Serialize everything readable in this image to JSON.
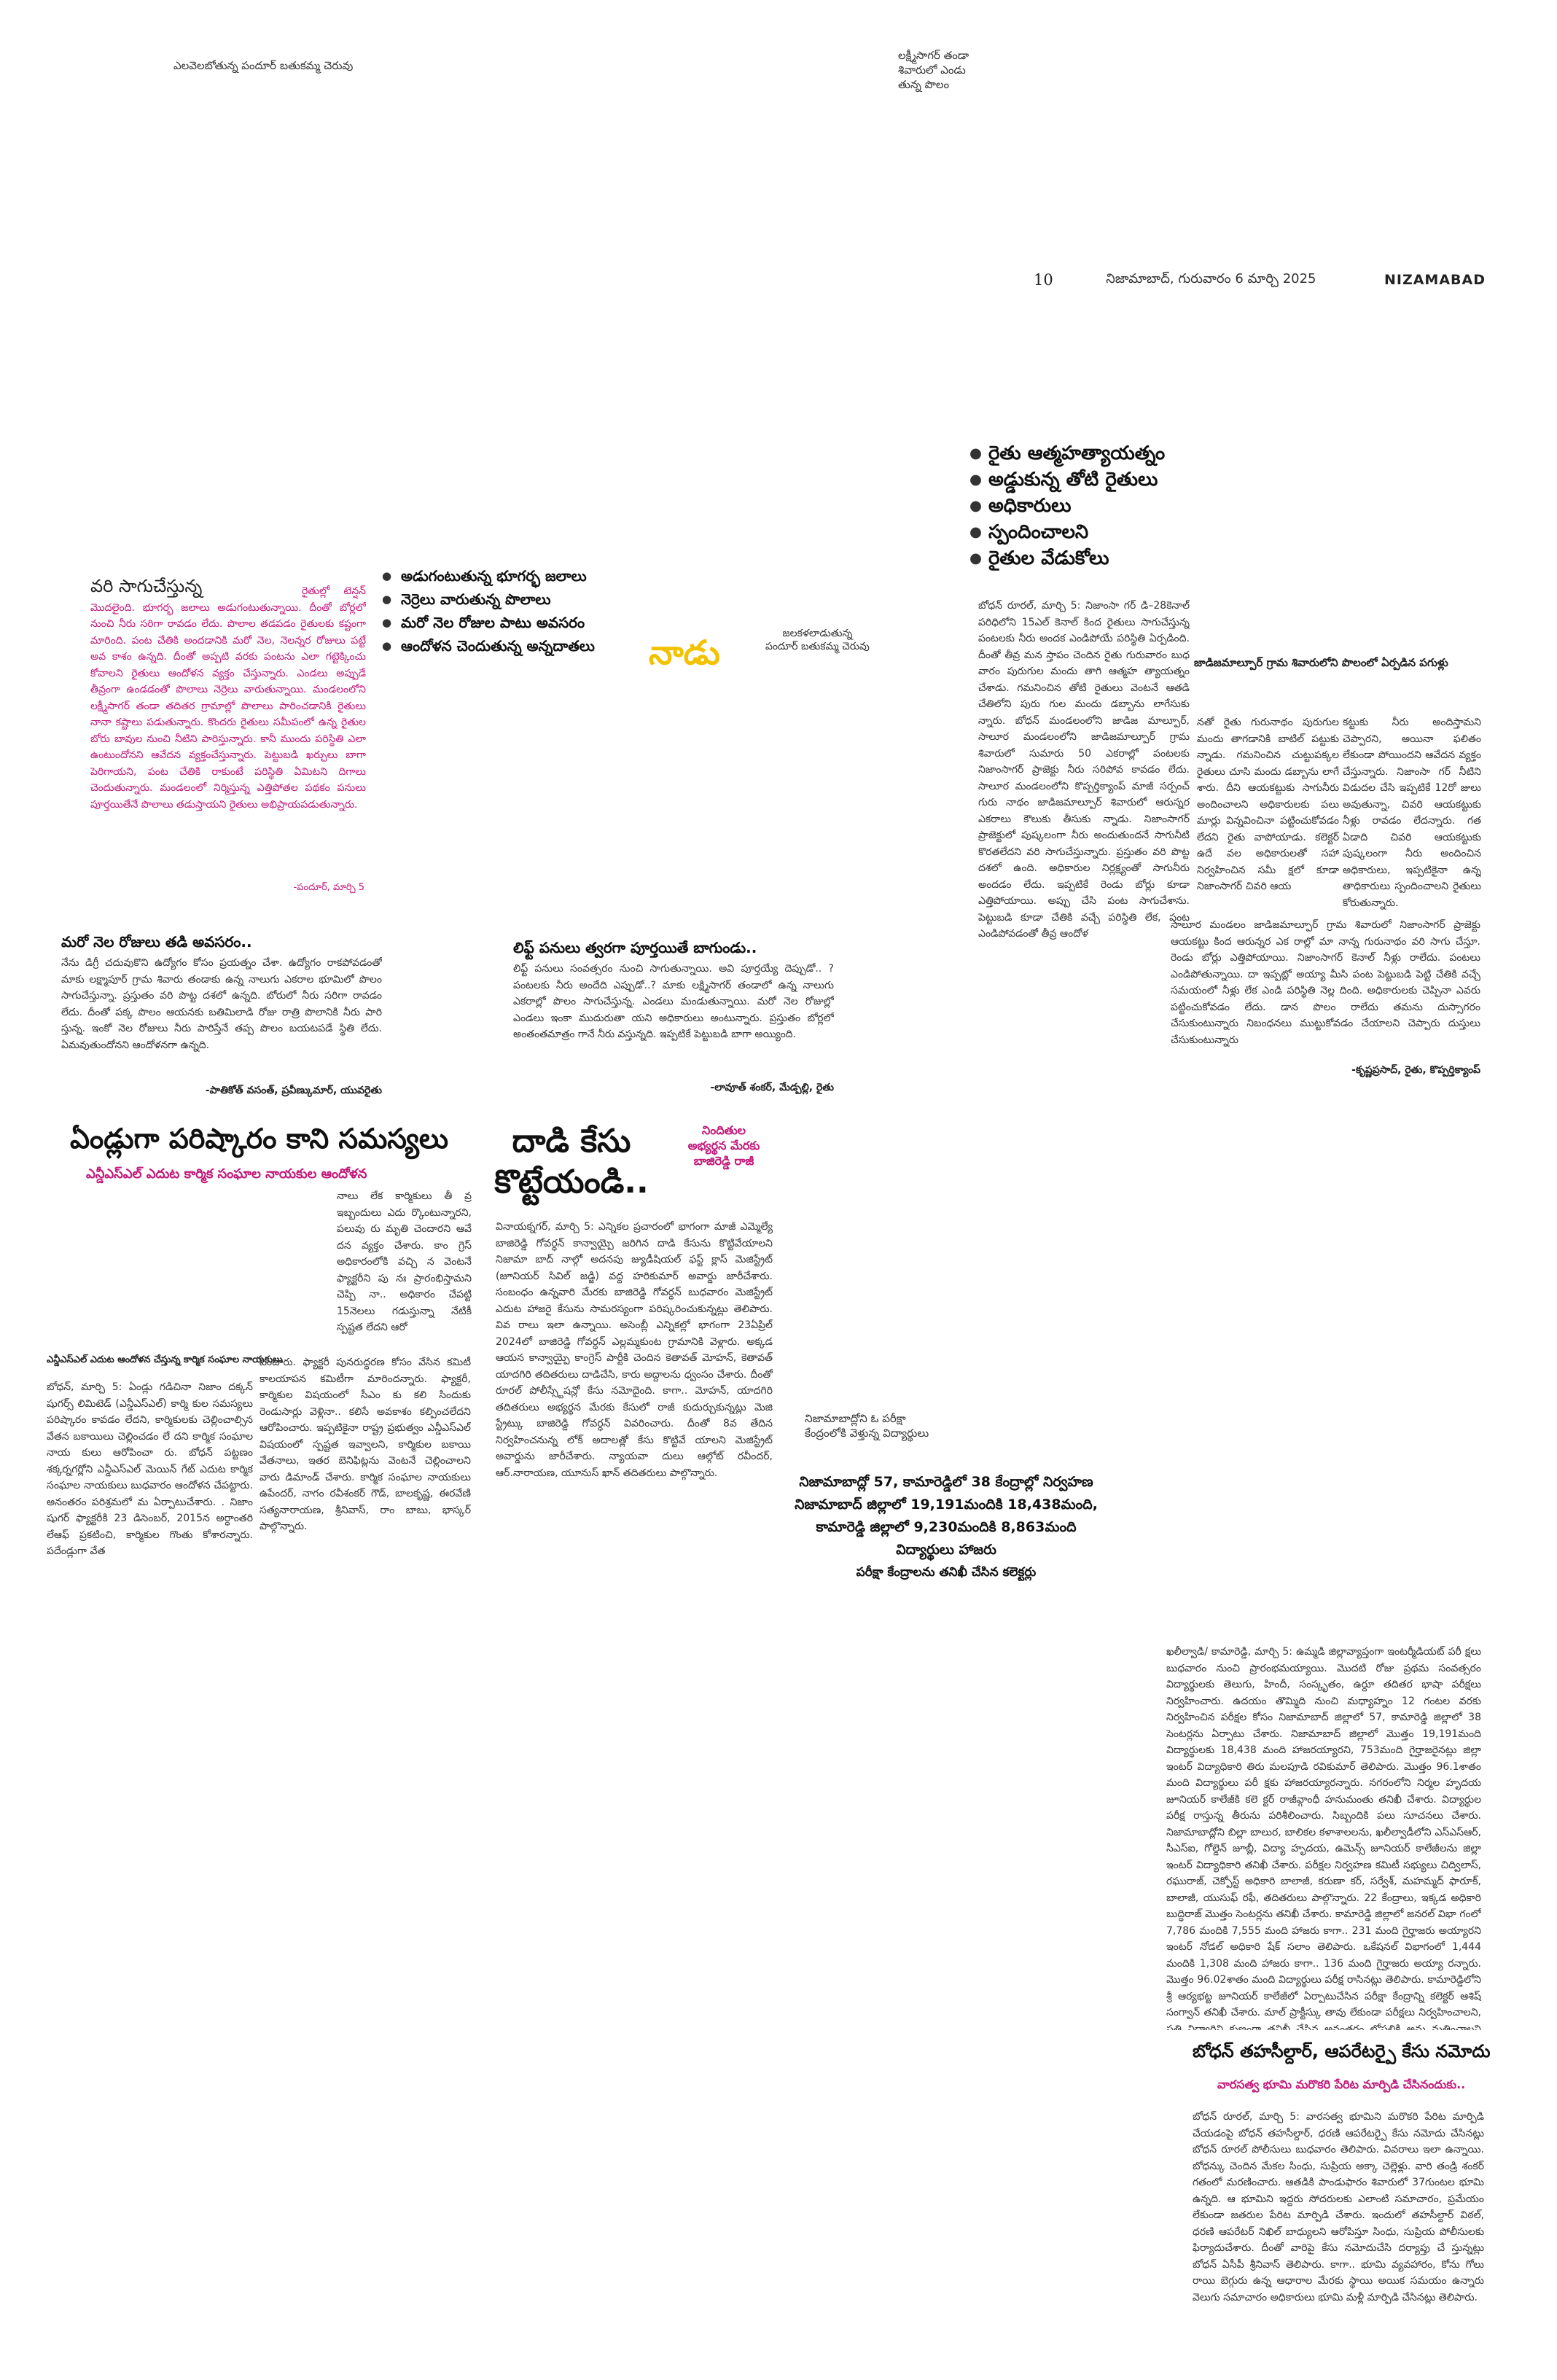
{
  "top_captions": {
    "left": "ఎలవెలబోతున్న పందూర్ బతుకమ్మ చెరువు",
    "center_lines": [
      "లక్ష్మీసాగర్ తండా",
      "శివారులో ఎండు",
      "తున్న పొలం"
    ]
  },
  "masthead": {
    "page_no": "10",
    "dateline": "నిజామాబాద్, గురువారం 6 మార్చి 2025",
    "edition": "NIZAMABAD"
  },
  "farmer_bullets": [
    "రైతు ఆత్మహత్యాయత్నం",
    "అడ్డుకున్న తోటి రైతులు",
    "అధికారులు",
    "స్పందించాలని",
    "రైతుల వేడుకోలు"
  ],
  "farmer_story": {
    "body": "బోధన్ రూరల్, మార్చి 5: నిజాంసా గర్ డి–28కెనాల్ పరిధిలోని 15ఎల్ కెనాల్ కింద రైతులు సాగుచేస్తున్న పంటలకు నీరు అందక ఎండిపోయే పరిస్థితి ఏర్పడింది. దీంతో తీవ్ర మన స్తాపం చెందిన రైతు గురువారం బుధ వారం పురుగుల మందు తాగి ఆత్మహ త్యాయత్నం చేశాడు. గమనించిన తోటి రైతులు వెంటనే ఆతడి చేతిలోని పురు గుల మందు డబ్బాను లాగేసుకు న్నారు. బోధన్ మండలంలోని జాడిజ మాల్పూర్, సాలూర మండలంలోని జాడిజమాల్పూర్ గ్రామ శివారులో సుమారు 50 ఎకరాల్లో పంటలకు నిజాంసాగర్ ప్రాజెక్టు నీరు సరిపోవ కావడం లేదు. సాలూర మండలంలోని కొప్పర్తిక్యాంప్ మాజీ సర్పంచ్ గురు నాథం జాడిజమాల్పూర్ శివారులో ఆరుస్నర ఎకరాలు కౌలుకు తీసుకు న్నాడు. నిజాంసాగర్ ప్రాజెక్టులో పుష్కలంగా నీరు అందుతుందనే సాగునీటి కొరతలేదని వరి సాగుచేస్తున్నారు. ప్రస్తుతం వరి పొట్ట దశలో ఉంది. అధికారుల నిర్లక్ష్యంతో సాగునీరు అందడం లేదు. ఇప్పటికే రెండు బోర్లు కూడా ఎత్తిపోయాయి. అప్పు చేసి పంట సాగుచేశాను. పెట్టుబడి కూడా చేతికి వచ్చే పరిస్థితి లేక, పంట ఎండిపోవడంతో తీవ్ర ఆందోళ"
  },
  "right_photo_caption": "జాడిజమాల్పూర్ గ్రామ శివారులోని పొలంలో ఏర్పడిన పగుళ్లు",
  "right_col_a": "నతో రైతు గురునాథం పురుగుల మందు తాగడానికి బాటిల్ పట్టుకు న్నాడు. గమనించిన చుట్టుపక్కల రైతులు చూసి మందు డబ్బాను లాగే శారు. దీని ఆయకట్టుకు సాగునీరు అందించాలని అధికారులకు పలు మార్లు విన్నవించినా పట్టించుకోవడం లేదని రైతు వాపోయాడు. కలెక్టర్ ఉదే వల అధికారులతో సహా నిర్వహించిన సమీ క్షలో కూడా నిజాంసాగర్ చివరి ఆయ",
  "right_col_b": "కట్టుకు నీరు అందిస్తామని చెప్పారని, అయినా ఫలితం లేకుండా పోయిందని ఆవేదన వ్యక్తం చేస్తున్నారు. నిజాంసా గర్ నీటిని విడుదల చేసి ఇప్పటికే 12రో జులు అవుతున్నా, చివరి ఆయకట్టుకు నీళ్లు రావడం లేదన్నారు. గత ఏడాది చివరి ఆయకట్టుకు పుష్కలంగా నీరు అందించిన అధికారులు, ఇప్పటికైనా ఉన్న తాధికారులు స్పందించాలని రైతులు కోరుతున్నారు.",
  "right_quote": {
    "body": "సాలూర మండలం జాడిజమాల్పూర్ గ్రామ శివారులో నిజాంసాగర్ ప్రాజెక్టు ఆయకట్టు కింద ఆరున్నర ఎక రాల్లో మా నాన్న గురునాథం వరి సాగు చేస్తూ. రెండు బోర్లు ఎత్తిపోయాయి. నిజాంసాగర్ కెనాల్ నీళ్లు రాలేదు. పంటలు ఎండిపోతున్నాయి. దా ఇప్పట్లో అయ్యా మీసి పంట పెట్టుబడి పెట్టి చేతికి వచ్చే సమయంలో నీళ్లు లేక ఎండి పరిస్థితి నెల్ల దింది. అధికారులకు చెప్పినా ఎవరు పట్టించుకోవడం లేదు. డాన పొలం రాలేదు తమను దుస్సాగరం చేసుకుంటున్నారు నిబంధనలు ముట్టుకోవడం చేయాలని చెప్పారు దుస్తులు చేసుకుంటున్నారు",
    "credit": "-కృష్ణప్రసాద్, రైతు, కొప్పర్తిక్యాంప్"
  },
  "groundwater_bullets": [
    "అడుగంటుతున్న భూగర్భ జలాలు",
    "నెర్రెలు వారుతున్న పొలాలు",
    "మరో నెల రోజుల పాటు అవసరం",
    "ఆందోళన చెందుతున్న అన్నదాతలు"
  ],
  "nadu_logo": "నాడు",
  "middle_photo_caption": [
    "జలకళలాడుతున్న",
    "పందూర్ బతుకమ్మ చెరువు"
  ],
  "paddy_story": {
    "kicker": "వరి సాగుచేస్తున్న",
    "body": "రైతుల్లో టెన్షన్ మొదలైంది. భూగర్భ జలాలు అడుగంటుతున్నాయి. దీంతో బోర్లలో నుంచి నీరు సరిగా రావడం లేదు. పొలాల తడపడం రైతులకు కష్టంగా మారింది. పంట చేతికి అందడానికి మరో నెల, నెలన్నర రోజులు పట్టే అవ కాశం ఉన్నది. దీంతో అప్పటి వరకు పంటను ఎలా గట్టెక్కించు కోవాలని రైతులు ఆందోళన వ్యక్తం చేస్తున్నారు. ఎండలు అప్పుడే తీవ్రంగా ఉండడంతో పొలాలు నెర్రెలు వారుతున్నాయి. మండలంలోని లక్ష్మీసాగర్ తండా తదితర గ్రామాల్లో పొలాలు పారించడానికి రైతులు నానా కష్టాలు పడుతున్నారు. కొందరు రైతులు సమీపంలో ఉన్న రైతుల బోరు బావుల నుంచి నీటిని పారిస్తున్నారు. కానీ ముందు పరిస్థితి ఎలా ఉంటుందోనని ఆవేదన వ్యక్తంచేస్తున్నారు. పెట్టుబడి ఖర్చులు బాగా పెరిగాయని, పంట చేతికి రాకుంటే పరిస్థితి ఏమిటని దిగాలు చెందుతున్నారు. మండలంలో నిర్మిస్తున్న ఎత్తిపోతల పథకం పనులు పూర్తయితేనే పొలాలు తడుస్తాయని రైతులు అభిప్రాయపడుతున్నారు.",
    "credit": "-పందూర్, మార్చి 5"
  },
  "one_more_month": {
    "title": "మరో నెల రోజులు తడి అవసరం..",
    "body": "నేను డిగ్రీ చదువుకొని ఉద్యోగం కోసం ప్రయత్నం చేశా. ఉద్యోగం రాకపోవడంతో మాకు లక్ష్మాపూర్ గ్రామ శివారు తండాకు ఉన్న నాలుగు ఎకరాల భూమిలో పొలం సాగుచేస్తున్నా. ప్రస్తుతం వరి పొట్ట దశలో ఉన్నది. బోరులో నీరు సరిగా రావడం లేదు. దీంతో పక్క పొలం ఆయనకు బతిమిలాడి రోజు రాత్రి పొలానికి నీరు పారి స్తున్న. ఇంకో నెల రోజులు నీరు పారిస్తేనే తప్ప పొలం బయటపడే స్థితి లేదు. ఏమవుతుందోనని ఆందోళనగా ఉన్నది.",
    "credit": "-పాతికోత్ వసంత్, ప్రవీణ్కుమార్, యువరైతు"
  },
  "lift_story": {
    "title": "లిఫ్ట్ పనులు త్వరగా పూర్తయితే బాగుండు..",
    "body": "లిఫ్ట్ పనులు సంవత్సరం నుంచి సాగుతున్నాయి. అవి పూర్తయ్యే దెప్పుడో.. ? పంటలకు నీరు అందేది ఎప్పుడో..? మాకు లక్ష్మిసాగర్ తండాలో ఉన్న నాలుగు ఎకరాల్లో పొలం సాగుచేస్తున్న. ఎండలు మండుతున్నాయి. మరో నెల రోజుల్లో ఎండలు ఇంకా ముదురుతా యని అధికారులు అంటున్నారు. ప్రస్తుతం బోర్లలో అంతంతమాత్రం గానే నీరు వస్తున్నది. ఇప్పటికే పెట్టుబడి బాగా అయ్యింది.",
    "credit": "-లావూత్ శంకర్, మేడ్పల్లి, రైతు"
  },
  "union_story": {
    "title": "ఏండ్లుగా పరిష్కారం కాని సమస్యలు",
    "subtitle": "ఎన్డీఎస్ఎల్ ఎదుట కార్మిక సంఘాల నాయకుల ఆందోళన",
    "photo_caption": "ఎన్డీఎస్ఎల్ ఎదుట ఆందోళన చేస్తున్న కార్మిక సంఘాల నాయకులు",
    "col_side": "నాలు లేక కార్మికులు తీ వ్ర ఇబ్బందులు ఎదు ర్కొంటున్నారని, పలువు రు మృతి చెందారని ఆవే దన వ్యక్తం చేశారు. కాం గ్రెస్ అధికారంలోకి వచ్చి న వెంటనే ఫ్యాక్టరీని పు నః ప్రారంభిస్తామని చెప్పి నా.. అధికారం చేపట్టి 15నెలలు గడుస్తున్నా నేటికీ స్పష్టత లేదని ఆరో",
    "col_a": "బోధన్, మార్చి 5: ఏండ్లు గడిచినా నిజాం దక్కన్ షుగర్స్ లిమిటెడ్ (ఎన్డీఎస్ఎల్) కార్మి కుల సమస్యలు పరిష్కారం కావడం లేదని, కార్మికులకు చెల్లించాల్సిన వేతన బకాయిలు చెల్లించడం లే దని కార్మిక సంఘాల నాయ కులు ఆరోపించా రు. బోధన్ పట్టణం శక్కర్నగర్లోని ఎన్డీఎస్ఎల్ మెయిన్ గేట్ ఎదుట కార్మిక సంఘాల నాయకులు బుధవారం ఆందోళన చేపట్టారు. అనంతరం పరిశ్రమలో మ ఏర్పాటుచేశారు. . నిజాం షుగర్ ఫ్యాక్టరీకి 23 డిసెంబర్, 2015న అర్ధాంతరి లేఆఫ్ ప్రకటించి, కార్మికుల గొంతు కోశారన్నారు. పదేండ్లుగా వేత",
    "col_b": "పించారు. ఫ్యాక్టరీ పునరుద్ధరణ కోసం వేసిన కమిటీ కాలయాపన కమిటీగా మారిందన్నారు. ఫ్యాక్టరీ, కార్మికుల విషయంలో సీఎం కు కలి సిందుకు రెండుసార్లు వెళ్లినా.. కలిసే అవకాశం కల్పించలేదని ఆరోపించారు. ఇప్పటికైనా రాష్ట్ర ప్రభుత్వం ఎన్డీఎస్ఎల్ విషయంలో స్పష్టత ఇవ్వాలని, కార్మికుల బకాయి వేతనాలు, ఇతర బెనిఫిట్లను వెంటనే చెల్లించాలని వారు డిమాండ్ చేశారు. కార్మిక సంఘాల నాయకులు ఉపేందర్, నాగం రవీశంకర్ గౌడ్, బాలకృష్ణ, ఈరవేణి సత్యనారాయణ, శ్రీనివాస్, రాం బాబు, భాస్కర్ పాల్గొన్నారు."
  },
  "assault_story": {
    "title_lines": [
      "దాడి కేసు",
      "కొట్టేయండి.."
    ],
    "kicker_lines": [
      "నిందితుల",
      "అభ్యర్థన మేరకు",
      "బాజిరెడ్డి రాజీ"
    ],
    "body": "వినాయక్నగర్, మార్చి 5: ఎన్నికల ప్రచారంలో భాగంగా మాజీ ఎమ్మెల్యే బాజిరెడ్డి గోవర్ధన్ కాన్వాయ్పై జరిగిన దాడి కేసును కొట్టివేయాలని నిజామా బాద్ నాల్గో అదనపు జ్యుడీషియల్ ఫస్ట్ క్లాస్ మెజిస్ట్రేట్ (జూనియర్ సివిల్ జడ్జి) వద్ద హరికుమార్ అవార్డు జారీచేశారు. సంబంధం ఉన్నవారి మేరకు బాజిరెడ్డి గోవర్ధన్ బుధవారం మెజిస్ట్రేట్ ఎదుట హాజరై కేసును సామరస్యంగా పరిష్కరించుకున్నట్లు తెలిపారు. వివ రాలు ఇలా ఉన్నాయి. అసెంబ్లీ ఎన్నికల్లో భాగంగా 23ఏప్రిల్ 2024లో బాజిరెడ్డి గోవర్ధన్ ఎల్లమ్మకుంట గ్రామానికి వెళ్లారు. అక్కడ ఆయన కాన్వాయ్పై కాంగ్రెస్ పార్టీకి చెందిన కెతావత్ మోహన్, కెతావత్ యాదగిరి తదితరులు దాడిచేసి, కారు అద్దాలను ధ్వంసం చేశారు. దీంతో రూరల్ పోలీస్స్టేషన్లో కేసు నమోదైంది. కాగా.. మోహన్, యాదగిరి తదితరులు అభ్యర్థన మేరకు కేసులో రాజీ కుదుర్చుకున్నట్లు మెజి స్ట్రేట్కు బాజిరెడ్డి గోవర్ధన్ వివరించారు. దీంతో 8వ తేదిన నిర్వహించనున్న లోక్ అదాలత్లో కేసు కొట్టివే యాలని మెజిస్ట్రేట్ అవార్డును జారీచేశారు. న్యాయవా దులు ఆల్గోట్ రవీందర్, ఆర్.నారాయణ, యూనుస్ ఖాన్ తదితరులు పాల్గొన్నారు."
  },
  "exam_story": {
    "photo_caption": [
      "నిజామాబాద్లోని ఓ పరీక్షా",
      "కేంద్రంలోకి వెళ్తున్న విద్యార్థులు"
    ],
    "headline_lines": [
      "నిజామాబాద్లో 57, కామారెడ్డిలో 38 కేంద్రాల్లో నిర్వహణ",
      "నిజామాబాద్ జిల్లాలో 19,191మందికి 18,438మంది,",
      "కామారెడ్డి జిల్లాలో 9,230మందికి 8,863మంది",
      "విద్యార్థులు హాజరు",
      "పరీక్షా కేంద్రాలను తనిఖీ చేసిన కలెక్టర్లు"
    ],
    "body": "ఖలీల్వాడి/ కామారెడ్డి, మార్చి 5: ఉమ్మడి జిల్లావ్యాప్తంగా ఇంటర్మీడియట్ పరీ క్షలు బుధవారం నుంచి ప్రారంభమయ్యాయి. మొదటి రోజు ప్రథమ సంవత్సరం విద్యార్థులకు తెలుగు, హిందీ, సంస్కృతం, ఉర్దూ తదితర భాషా పరీక్షలు నిర్వహించారు. ఉదయం తొమ్మిది నుంచి మధ్యాహ్నం 12 గంటల వరకు నిర్వహించిన పరీక్షల కోసం నిజామాబాద్ జిల్లాలో 57, కామారెడ్డి జిల్లాలో 38 సెంటర్లను ఏర్పాటు చేశారు. నిజామాబాద్ జిల్లాలో మొత్తం 19,191మంది విద్యార్థులకు 18,438 మంది హాజరయ్యారని, 753మంది గైర్హాజరైనట్లు జిల్లా ఇంటర్ విద్యాధికారి తిరు మలపూడి రవికుమార్ తెలిపారు. మొత్తం 96.1శాతం మంది విద్యార్థులు పరీ క్షకు హాజరయ్యారన్నారు. నగరంలోని నిర్మల హృదయ జూనియర్ కాలేజీకి కలె క్టర్ రాజీవ్గాంధీ హనుమంతు తనిఖీ చేశారు. విద్యార్థుల పరీక్ష రాస్తున్న తీరును పరిశీలించారు. సిబ్బందికి పలు సూచనలు చేశారు. నిజామాబాద్లోని బిల్లా బాలుర, బాలికల కళాశాలలను, ఖలీల్వాడీలోని ఎస్ఎస్ఆర్, సీఎస్ఐ, గోల్డెన్ జూబ్లీ, విద్యా హృదయ, ఉమెన్స్ జూనియర్ కాలేజీలను జిల్లా ఇంటర్ విద్యాధికారి తనిఖీ చేశారు. పరీక్షల నిర్వహణ కమిటీ సభ్యులు చిద్విలాస్, రఘురాజ్, చెక్పోస్ట్ అధికారి బాలాజీ, కరుణా కర్, సర్వేశ్, మహమ్మద్ ఫారూక్, బాలాజీ, యుసుఫ్ రఫీ, తదితరులు పాల్గొన్నారు. 22 కేంద్రాలు, ఇక్కడ అధికారి బుద్ధిరాజ్ మొత్తం సెంటర్లను తనిఖీ చేశారు. కామారెడ్డి జిల్లాలో జనరల్ విభా గంలో 7,786 మందికి 7,555 మంది హాజరు కాగా.. 231 మంది గైర్హాజరు అయ్యారని ఇంటర్ నోడల్ అధికారి షేక్ సలాం తెలిపారు. ఒకేషనల్ విభాగంలో 1,444 మందికి 1,308 మంది హాజరు కాగా.. 136 మంది గైర్హాజరు అయ్యా రన్నారు. మొత్తం 96.02శాతం మంది విద్యార్థులు పరీక్ష రాసినట్లు తెలిపారు. కామారెడ్డిలోని శ్రీ ఆర్యభట్ట జూనియర్ కాలేజీలో ఏర్పాటుచేసిన పరీక్షా కేంద్రాన్ని కలెక్టర్ ఆశిష్ సంగ్వాన్ తనిఖీ చేశారు. మాల్ ప్రాక్టీస్కు తావు లేకుండా పరీక్షలు నిర్వహించాలని, ప్రతి విద్యార్థిని క్షుణ్ణంగా తనిఖీ చేసిన అనంతరం లోపలికి అను మతించాలని సిబ్బందికి సూచించారు."
  },
  "tahsildar_story": {
    "title": "బోధన్ తహసీల్దార్, ఆపరేటర్పై కేసు నమోదు",
    "subtitle": "వారసత్వ భూమి మరొకరి పేరిట మార్పిడి చేసినందుకు..",
    "body": "బోధన్ రూరల్, మార్చి 5: వారసత్వ భూమిని మరొకరి పేరిట మార్పిడి చేయడంపై బోధన్ తహసీల్దార్, ధరణి ఆపరేటర్పై కేసు నమోదు చేసినట్లు బోధన్ రూరల్ పోలీసులు బుధవారం తెలిపారు. వివరాలు ఇలా ఉన్నాయి. బోధన్కు చెందిన మేకల సింధు, సుప్రియ అక్కా చెల్లెళ్లు. వారి తండ్రి శంకర్ గతంలో మరణించారు. ఆతడికి పాండుఫారం శివారులో 37గుంటల భూమి ఉన్నది. ఆ భూమిని ఇద్దరు సోదరులకు ఎలాంటి సమాచారం, ప్రమేయం లేకుండా జతరుల పేరిట మార్పిడి చేశారు. ఇందులో తహసీల్దార్ విఠల్, ధరణి ఆపరేటర్ నిఖిల్ బాధ్యులని ఆరోపిస్తూ సింధు, సుప్రియ పోలీసులకు ఫిర్యాదుచేశారు. దీంతో వారిపై కేసు నమోదుచేసి దర్యాప్తు చే స్తున్నట్లు బోధన్ ఏసీపీ శ్రీనివాస్ తెలిపారు. కాగా.. భూమి వ్యవహారం, కోను గోలు రాయి బెగ్గురు ఉన్న ఆధారాల మేరకు స్థాయి అయిక సమయం ఉన్నారు వెలుగు సమాచారం అధికారులు భూమి మళ్లీ మార్పిడి చేసినట్లు తెలిపారు."
  }
}
